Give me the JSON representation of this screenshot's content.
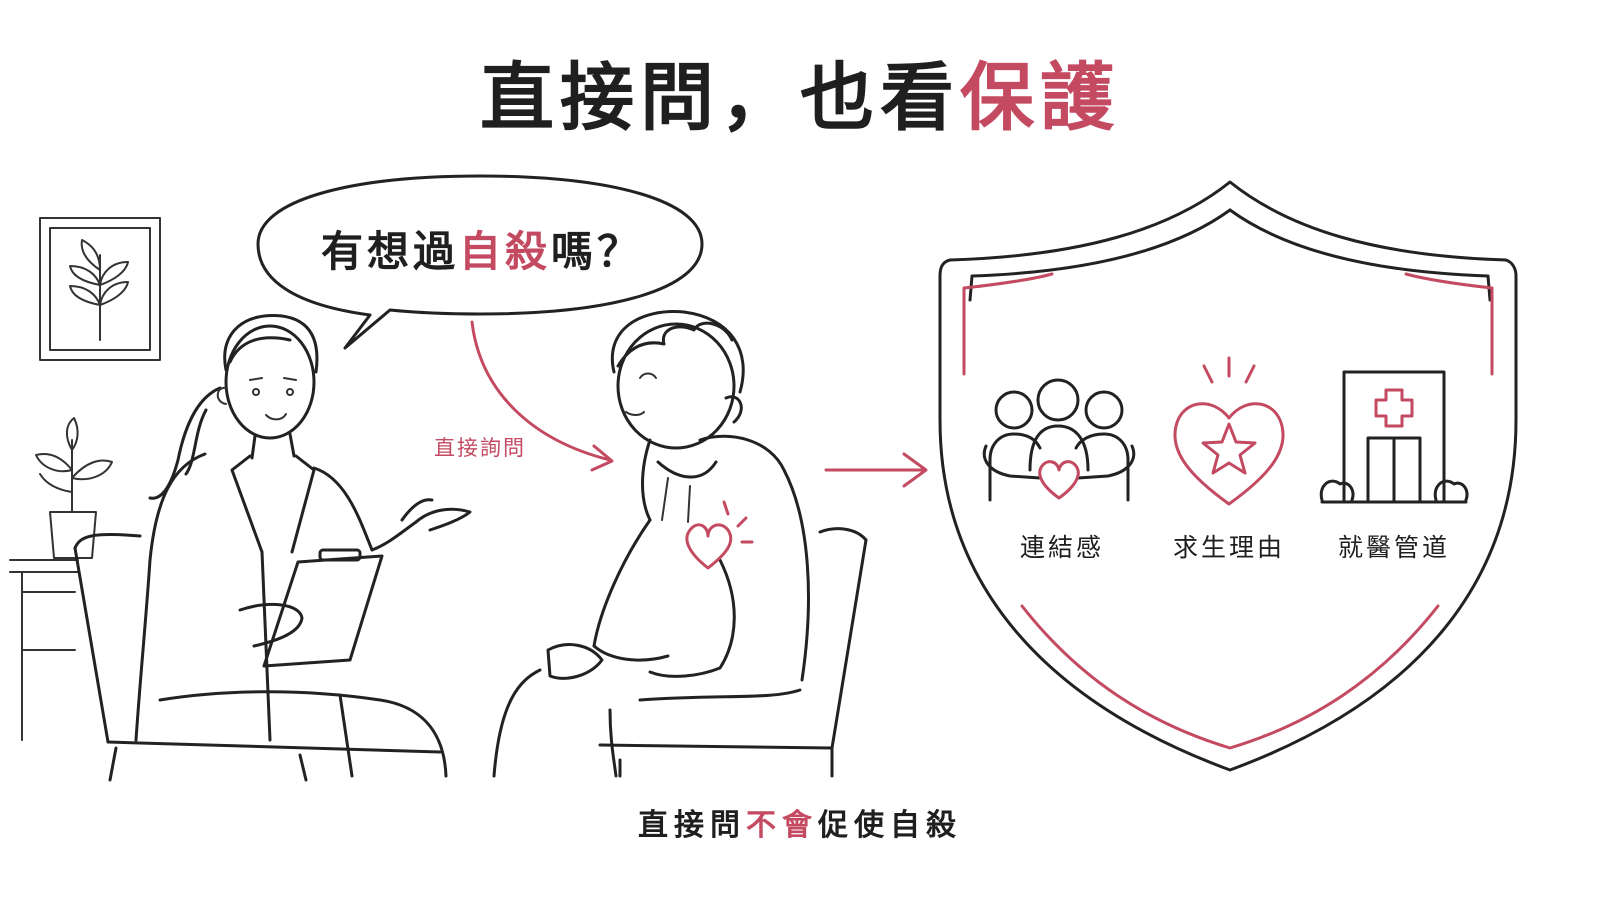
{
  "title": {
    "part1": "直接問，也看",
    "part2": "保護"
  },
  "speech_bubble": {
    "part1": "有想過",
    "part2": "自殺",
    "part3": "嗎？"
  },
  "arrow_label": "直接詢問",
  "shield": {
    "items": [
      {
        "label": "連結感",
        "icon": "people-heart-icon"
      },
      {
        "label": "求生理由",
        "icon": "heart-star-icon"
      },
      {
        "label": "就醫管道",
        "icon": "hospital-icon"
      }
    ]
  },
  "caption": {
    "part1": "直接問",
    "part2": "不會",
    "part3": "促使自殺"
  },
  "colors": {
    "accent": "#c44a61",
    "ink": "#1f1f1f"
  }
}
